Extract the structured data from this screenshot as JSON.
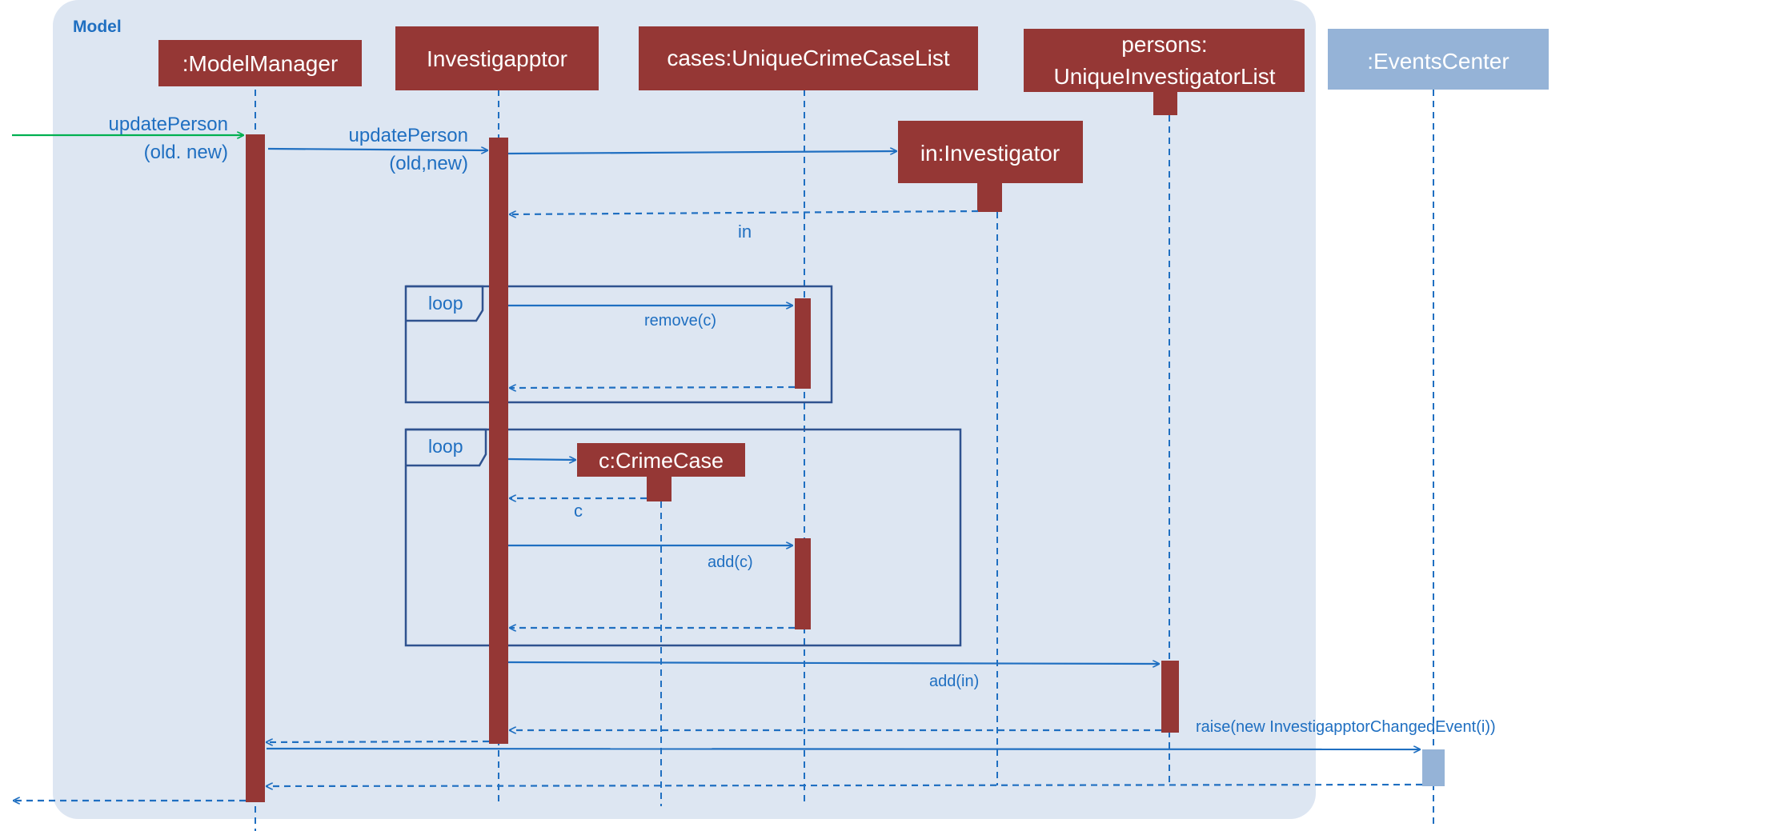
{
  "frame_label": "Model",
  "participants": {
    "model_manager": ":ModelManager",
    "investigapptor": "Investigapptor",
    "cases": "cases:UniqueCrimeCaseList",
    "persons_line1": "persons:",
    "persons_line2": "UniqueInvestigatorList",
    "events_center": ":EventsCenter",
    "in_investigator": "in:Investigator",
    "crime_case": "c:CrimeCase"
  },
  "messages": {
    "update_person_1a": "updatePerson",
    "update_person_1b": "(old. new)",
    "update_person_2a": "updatePerson",
    "update_person_2b": "(old,new)",
    "return_in": "in",
    "remove_c": "remove(c)",
    "return_c": "c",
    "add_c": "add(c)",
    "add_in": "add(in)",
    "raise_event": "raise(new InvestigapptorChangedEvent(i))"
  },
  "fragments": {
    "loop1": "loop",
    "loop2": "loop"
  },
  "colors": {
    "frame_bg": "#dde6f2",
    "participant": "#953735",
    "events_center": "#95b3d7",
    "arrow": "#1f6fc1",
    "entry_arrow": "#00b050",
    "loop_border": "#2f528f"
  }
}
